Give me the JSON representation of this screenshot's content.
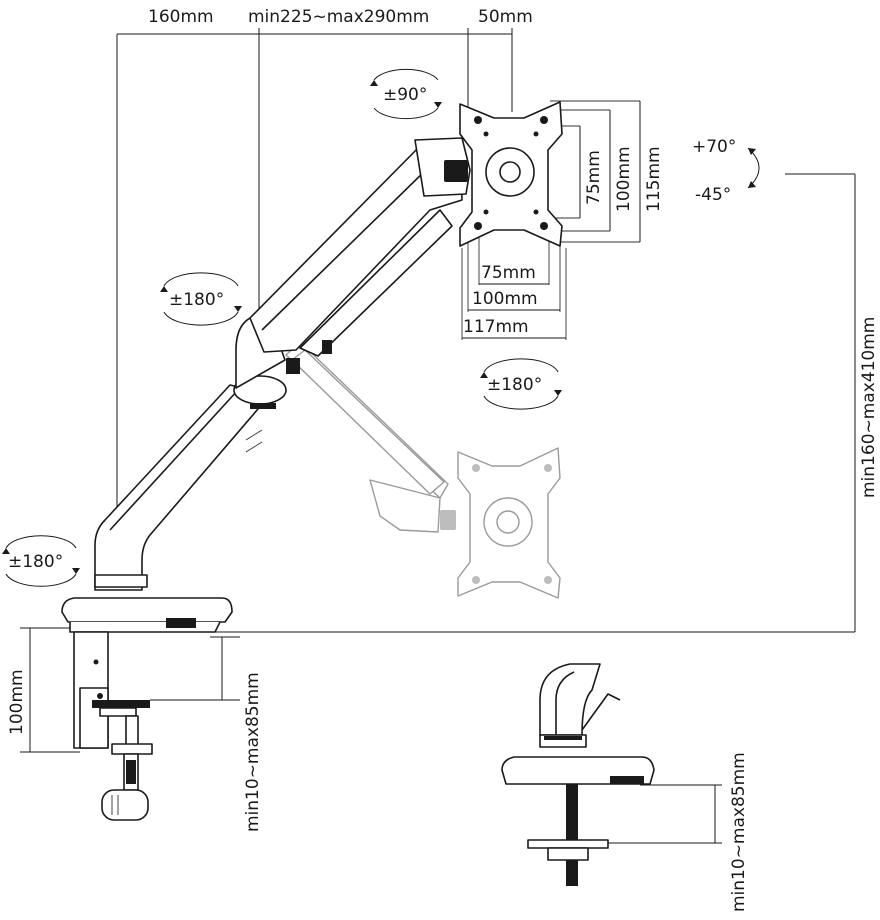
{
  "dimensions": {
    "arm_segment": "160mm",
    "extension": "min225~max290mm",
    "plate_offset": "50mm",
    "vesa_v75": "75mm",
    "vesa_v100": "100mm",
    "plate_height": "115mm",
    "vesa_h75": "75mm",
    "vesa_h100": "100mm",
    "plate_width": "117mm",
    "height_range": "min160~max410mm",
    "clamp_depth": "100mm",
    "clamp_range": "min10~max85mm",
    "grommet_range": "min10~max85mm"
  },
  "rotations": {
    "plate": "±90°",
    "tilt_up": "+70°",
    "tilt_down": "-45°",
    "upper_joint": "±180°",
    "head": "±180°",
    "base": "±180°"
  }
}
